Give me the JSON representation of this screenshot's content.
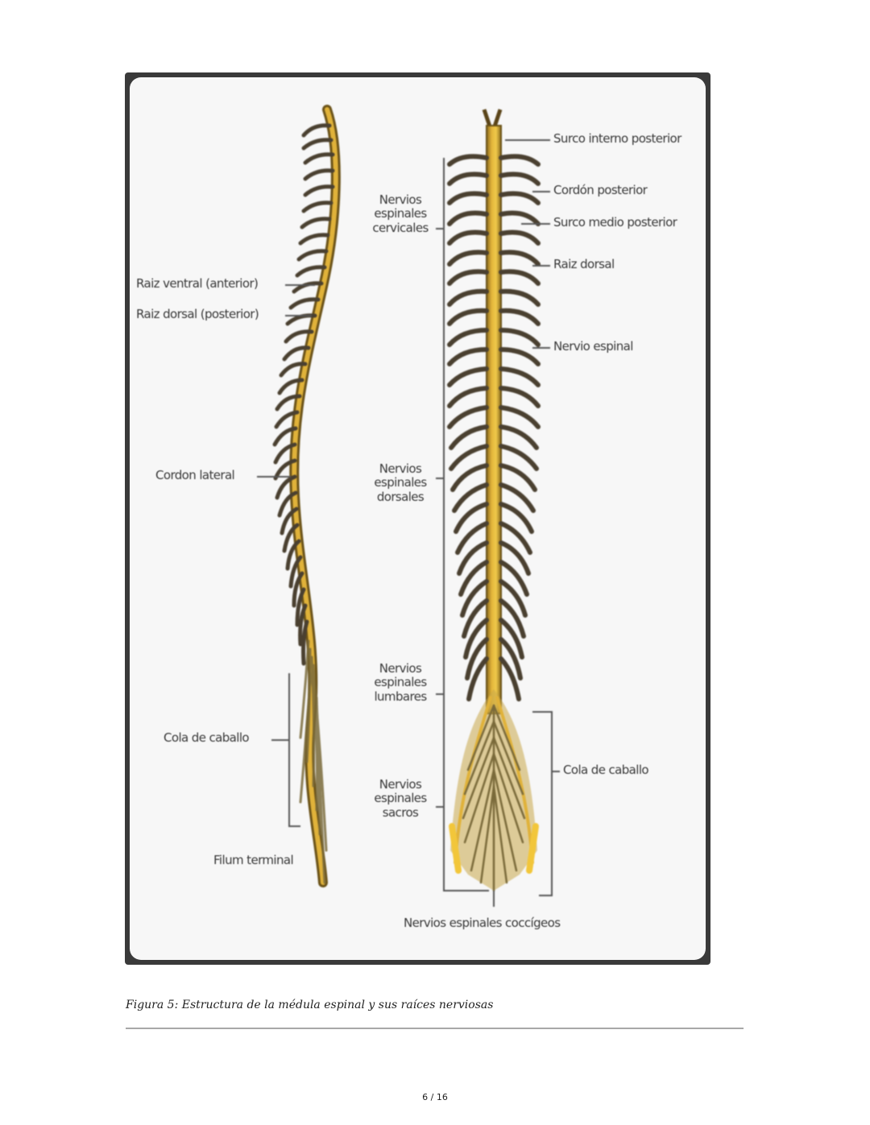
{
  "figure": {
    "left_diagram": {
      "labels": [
        "Raiz ventral (anterior)",
        "Raiz dorsal (posterior)",
        "Cordon lateral",
        "Cola de caballo",
        "Filum terminal"
      ]
    },
    "right_diagram": {
      "labels_right": [
        "Surco interno posterior",
        "Cordón posterior",
        "Surco medio posterior",
        "Raiz dorsal",
        "Nervio espinal",
        "Cola de caballo"
      ],
      "labels_left": [
        {
          "lines": [
            "Nervios",
            "espinales",
            "cervicales"
          ]
        },
        {
          "lines": [
            "Nervios",
            "espinales",
            "dorsales"
          ]
        },
        {
          "lines": [
            "Nervios",
            "espinales",
            "lumbares"
          ]
        },
        {
          "lines": [
            "Nervios",
            "espinales",
            "sacros"
          ]
        }
      ],
      "label_bottom": "Nervios espinales coccígeos"
    },
    "colors": {
      "cord": "#d8a92a",
      "nerve": "#4a4030",
      "frame": "#3a3a3a"
    }
  },
  "caption": "Figura 5: Estructura de la médula espinal y sus raíces nerviosas",
  "page_number": "6 / 16"
}
